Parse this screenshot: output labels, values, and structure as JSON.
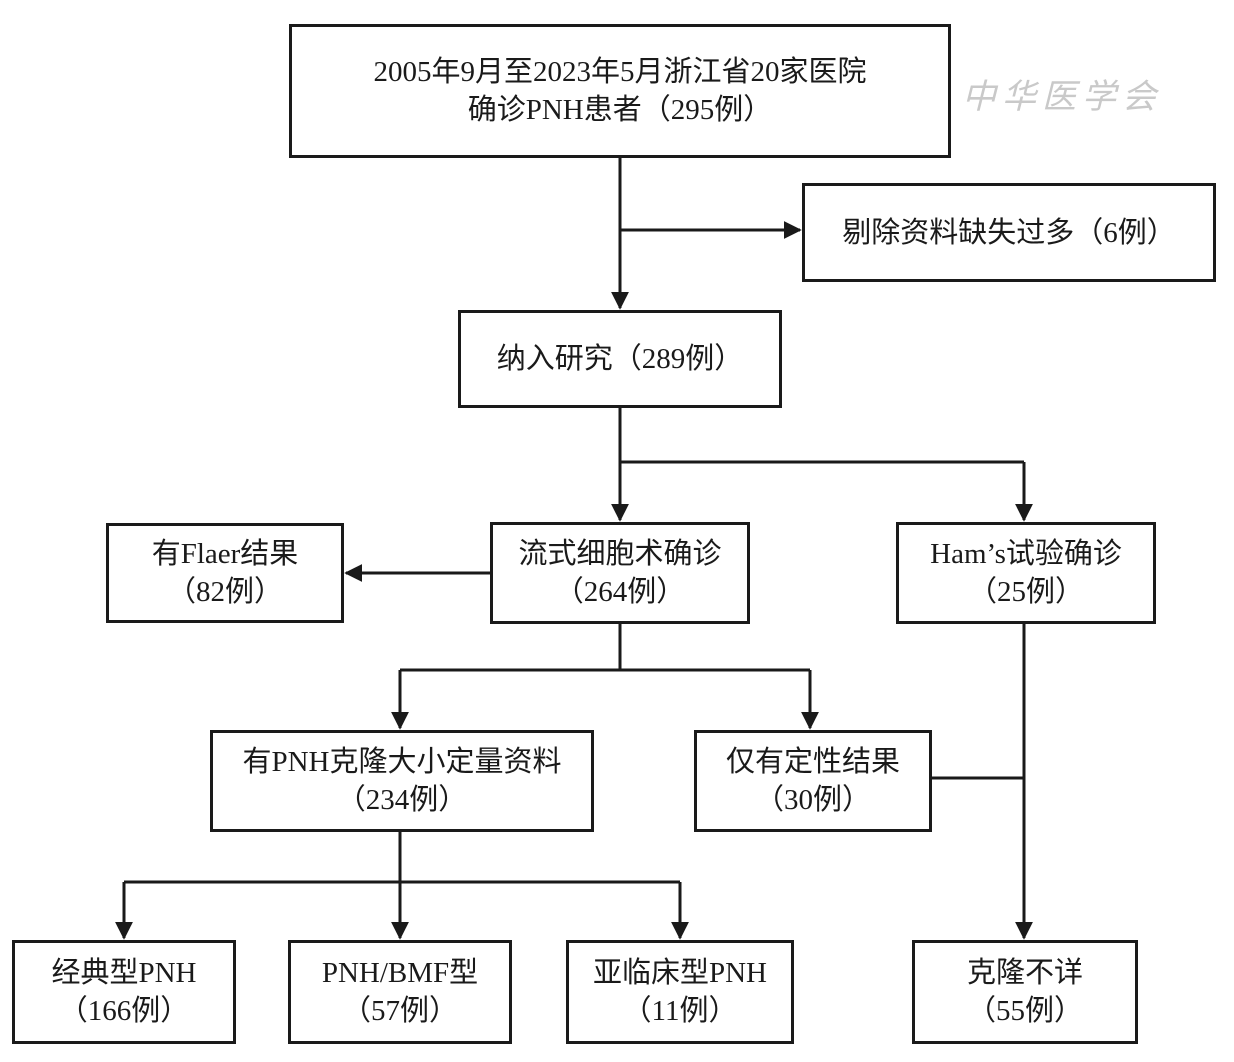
{
  "watermark": {
    "text": "中华医学会"
  },
  "nodes": {
    "source": {
      "line1": "2005年9月至2023年5月浙江省20家医院",
      "line2": "确诊PNH患者（295例）"
    },
    "excluded": {
      "line1": "剔除资料缺失过多（6例）"
    },
    "included": {
      "line1": "纳入研究（289例）"
    },
    "flaer": {
      "line1": "有Flaer结果",
      "line2": "（82例）"
    },
    "flow": {
      "line1": "流式细胞术确诊",
      "line2": "（264例）"
    },
    "ham": {
      "line1": "Ham’s试验确诊",
      "line2": "（25例）"
    },
    "quant": {
      "line1": "有PNH克隆大小定量资料",
      "line2": "（234例）"
    },
    "qual": {
      "line1": "仅有定性结果",
      "line2": "（30例）"
    },
    "classic": {
      "line1": "经典型PNH",
      "line2": "（166例）"
    },
    "bmf": {
      "line1": "PNH/BMF型",
      "line2": "（57例）"
    },
    "subclinical": {
      "line1": "亚临床型PNH",
      "line2": "（11例）"
    },
    "unknown": {
      "line1": "克隆不详",
      "line2": "（55例）"
    }
  }
}
